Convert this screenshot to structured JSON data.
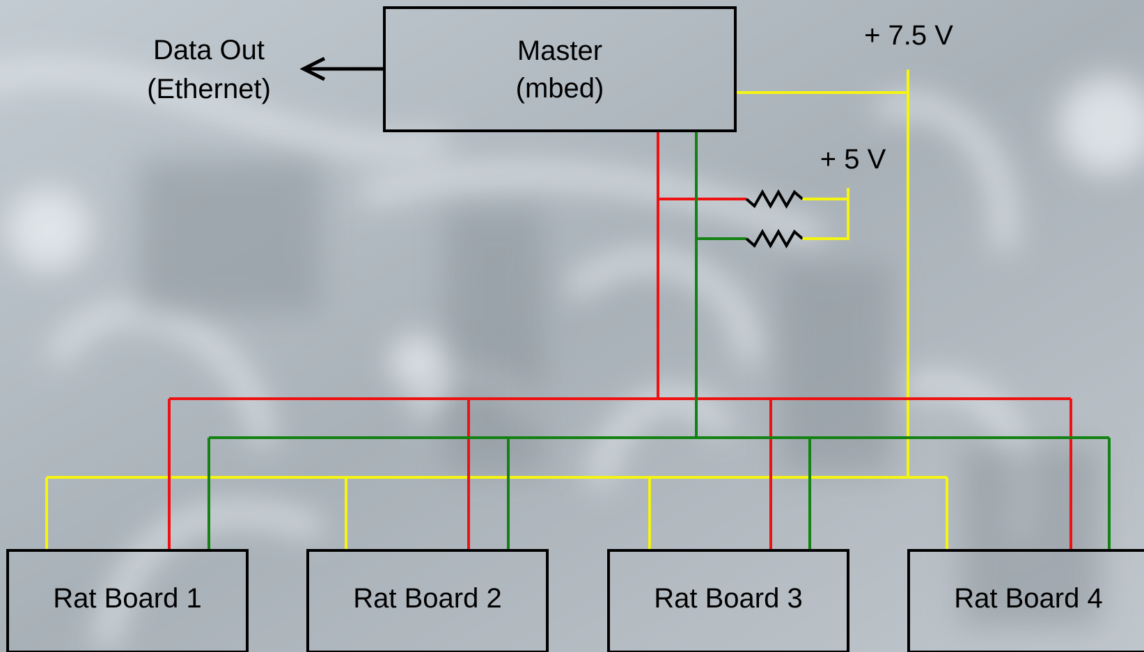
{
  "data_out": {
    "line1": "Data Out",
    "line2": "(Ethernet)"
  },
  "master": {
    "line1": "Master",
    "line2": "(mbed)"
  },
  "supply_high": "+ 7.5 V",
  "supply_low": "+ 5 V",
  "boards": [
    "Rat Board 1",
    "Rat Board 2",
    "Rat Board 3",
    "Rat Board 4"
  ],
  "colors": {
    "red_line": "#ee1111",
    "green_line": "#128212",
    "yellow_line": "#f5f511",
    "box_border": "#000000",
    "background": "#b4bcc3"
  }
}
